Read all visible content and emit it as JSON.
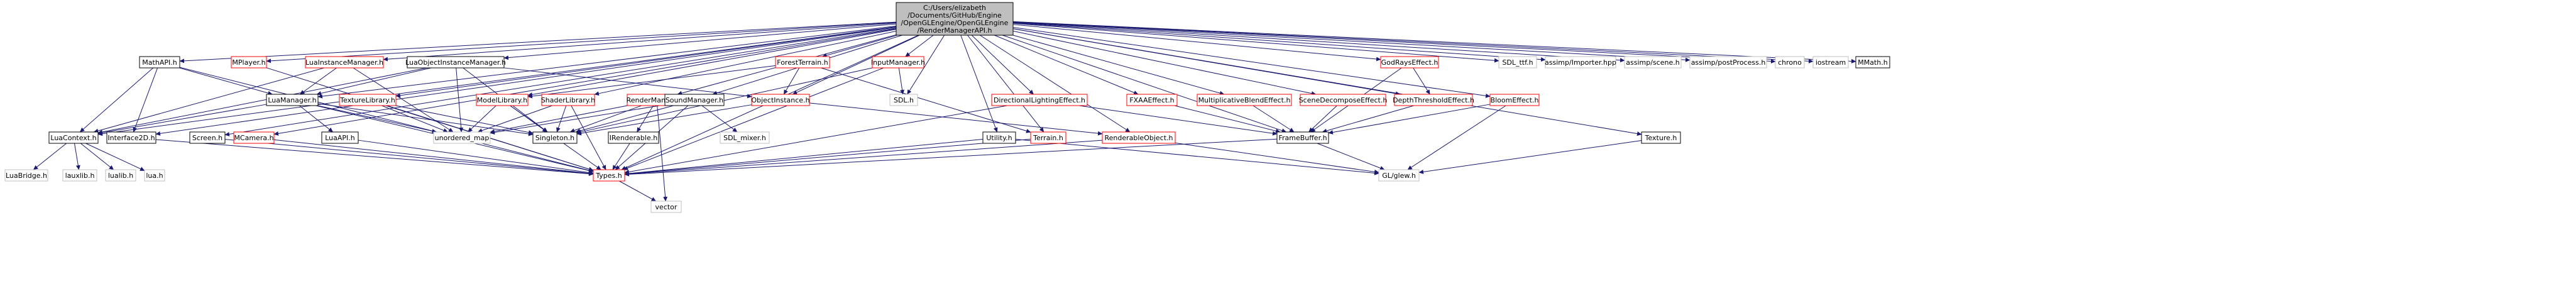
{
  "diagram": {
    "colors": {
      "edge": "#191970",
      "root_fill": "#bfbfbf",
      "documented_border": "#000000",
      "undocumented_border": "#ff0000",
      "external_border": "#bfbfbf",
      "node_fill": "#ffffff"
    },
    "nodes": [
      {
        "id": "root",
        "label": "C:/Users/elizabeth\n/Documents/GitHub/Engine\n/OpenGLEngine/OpenGLEngine\n/RenderManagerAPI.h",
        "kind": "root"
      },
      {
        "id": "mathapi",
        "label": "MathAPI.h",
        "kind": "doc"
      },
      {
        "id": "mplayer",
        "label": "MPlayer.h",
        "kind": "red"
      },
      {
        "id": "luainstmgr",
        "label": "LuaInstanceManager.h",
        "kind": "red"
      },
      {
        "id": "luaobjinstmgr",
        "label": "LuaObjectInstanceManager.h",
        "kind": "doc"
      },
      {
        "id": "forestterrain",
        "label": "ForestTerrain.h",
        "kind": "red"
      },
      {
        "id": "inputmgr",
        "label": "InputManager.h",
        "kind": "red"
      },
      {
        "id": "godrays",
        "label": "GodRaysEffect.h",
        "kind": "red"
      },
      {
        "id": "sdlttf",
        "label": "SDL_ttf.h",
        "kind": "ext"
      },
      {
        "id": "assimpimporter",
        "label": "assimp/Importer.hpp",
        "kind": "ext"
      },
      {
        "id": "assimpscene",
        "label": "assimp/scene.h",
        "kind": "ext"
      },
      {
        "id": "assimppost",
        "label": "assimp/postProcess.h",
        "kind": "ext"
      },
      {
        "id": "chrono",
        "label": "chrono",
        "kind": "ext"
      },
      {
        "id": "iostream",
        "label": "iostream",
        "kind": "ext"
      },
      {
        "id": "mmath",
        "label": "MMath.h",
        "kind": "doc"
      },
      {
        "id": "screen",
        "label": "Screen.h",
        "kind": "doc"
      },
      {
        "id": "mcamera",
        "label": "MCamera.h",
        "kind": "red"
      },
      {
        "id": "luamanager",
        "label": "LuaManager.h",
        "kind": "doc"
      },
      {
        "id": "texturelib",
        "label": "TextureLibrary.h",
        "kind": "red"
      },
      {
        "id": "modellib",
        "label": "ModelLibrary.h",
        "kind": "red"
      },
      {
        "id": "shaderlib",
        "label": "ShaderLibrary.h",
        "kind": "red"
      },
      {
        "id": "rendermgr",
        "label": "RenderManager.h",
        "kind": "red"
      },
      {
        "id": "soundmgr",
        "label": "SoundManager.h",
        "kind": "doc"
      },
      {
        "id": "objinstance",
        "label": "ObjectInstance.h",
        "kind": "red"
      },
      {
        "id": "sdl",
        "label": "SDL.h",
        "kind": "ext"
      },
      {
        "id": "dirlight",
        "label": "DirectionalLightingEffect.h",
        "kind": "red"
      },
      {
        "id": "fxaa",
        "label": "FXAAEffect.h",
        "kind": "red"
      },
      {
        "id": "multblend",
        "label": "MultiplicativeBlendEffect.h",
        "kind": "red"
      },
      {
        "id": "scenedecomp",
        "label": "SceneDecomposeEffect.h",
        "kind": "red"
      },
      {
        "id": "depththresh",
        "label": "DepthThresholdEffect.h",
        "kind": "red"
      },
      {
        "id": "bloom",
        "label": "BloomEffect.h",
        "kind": "red"
      },
      {
        "id": "texture",
        "label": "Texture.h",
        "kind": "doc"
      },
      {
        "id": "luacontext",
        "label": "LuaContext.h",
        "kind": "doc"
      },
      {
        "id": "interface2d",
        "label": "Interface2D.h",
        "kind": "doc"
      },
      {
        "id": "luaapi",
        "label": "LuaAPI.h",
        "kind": "doc"
      },
      {
        "id": "unorderedmap",
        "label": "unordered_map",
        "kind": "ext"
      },
      {
        "id": "singleton",
        "label": "Singleton.h",
        "kind": "doc"
      },
      {
        "id": "irenderable",
        "label": "IRenderable.h",
        "kind": "doc"
      },
      {
        "id": "sdlmixer",
        "label": "SDL_mixer.h",
        "kind": "ext"
      },
      {
        "id": "utility",
        "label": "Utility.h",
        "kind": "doc"
      },
      {
        "id": "terrain",
        "label": "Terrain.h",
        "kind": "red"
      },
      {
        "id": "renderableobj",
        "label": "RenderableObject.h",
        "kind": "red"
      },
      {
        "id": "framebuffer",
        "label": "FrameBuffer.h",
        "kind": "doc"
      },
      {
        "id": "luabridge",
        "label": "LuaBridge.h",
        "kind": "ext"
      },
      {
        "id": "lauxlib",
        "label": "lauxlib.h",
        "kind": "ext"
      },
      {
        "id": "lualib",
        "label": "lualib.h",
        "kind": "ext"
      },
      {
        "id": "lua",
        "label": "lua.h",
        "kind": "ext"
      },
      {
        "id": "types",
        "label": "Types.h",
        "kind": "red"
      },
      {
        "id": "glew",
        "label": "GL/glew.h",
        "kind": "ext"
      },
      {
        "id": "vector",
        "label": "vector",
        "kind": "ext"
      }
    ],
    "edges": [
      [
        "root",
        "mathapi"
      ],
      [
        "root",
        "mplayer"
      ],
      [
        "root",
        "luainstmgr"
      ],
      [
        "root",
        "luaobjinstmgr"
      ],
      [
        "root",
        "forestterrain"
      ],
      [
        "root",
        "inputmgr"
      ],
      [
        "root",
        "godrays"
      ],
      [
        "root",
        "sdlttf"
      ],
      [
        "root",
        "assimpimporter"
      ],
      [
        "root",
        "assimpscene"
      ],
      [
        "root",
        "assimppost"
      ],
      [
        "root",
        "chrono"
      ],
      [
        "root",
        "iostream"
      ],
      [
        "root",
        "mmath"
      ],
      [
        "root",
        "screen"
      ],
      [
        "root",
        "mcamera"
      ],
      [
        "root",
        "luamanager"
      ],
      [
        "root",
        "texturelib"
      ],
      [
        "root",
        "modellib"
      ],
      [
        "root",
        "shaderlib"
      ],
      [
        "root",
        "rendermgr"
      ],
      [
        "root",
        "soundmgr"
      ],
      [
        "root",
        "objinstance"
      ],
      [
        "root",
        "sdl"
      ],
      [
        "root",
        "dirlight"
      ],
      [
        "root",
        "fxaa"
      ],
      [
        "root",
        "multblend"
      ],
      [
        "root",
        "scenedecomp"
      ],
      [
        "root",
        "depththresh"
      ],
      [
        "root",
        "bloom"
      ],
      [
        "root",
        "texture"
      ],
      [
        "root",
        "interface2d"
      ],
      [
        "root",
        "utility"
      ],
      [
        "root",
        "terrain"
      ],
      [
        "root",
        "renderableobj"
      ],
      [
        "root",
        "framebuffer"
      ],
      [
        "root",
        "types"
      ],
      [
        "root",
        "luacontext"
      ],
      [
        "mathapi",
        "luacontext"
      ],
      [
        "mathapi",
        "interface2d"
      ],
      [
        "mathapi",
        "types"
      ],
      [
        "mathapi",
        "luamanager"
      ],
      [
        "mplayer",
        "types"
      ],
      [
        "luainstmgr",
        "luamanager"
      ],
      [
        "luainstmgr",
        "unorderedmap"
      ],
      [
        "luainstmgr",
        "luacontext"
      ],
      [
        "luaobjinstmgr",
        "luamanager"
      ],
      [
        "luaobjinstmgr",
        "unorderedmap"
      ],
      [
        "luaobjinstmgr",
        "singleton"
      ],
      [
        "luaobjinstmgr",
        "objinstance"
      ],
      [
        "luaobjinstmgr",
        "luacontext"
      ],
      [
        "forestterrain",
        "objinstance"
      ],
      [
        "forestterrain",
        "terrain"
      ],
      [
        "forestterrain",
        "modellib"
      ],
      [
        "inputmgr",
        "sdl"
      ],
      [
        "inputmgr",
        "types"
      ],
      [
        "inputmgr",
        "singleton"
      ],
      [
        "godrays",
        "depththresh"
      ],
      [
        "godrays",
        "framebuffer"
      ],
      [
        "screen",
        "types"
      ],
      [
        "mcamera",
        "types"
      ],
      [
        "luamanager",
        "luacontext"
      ],
      [
        "luamanager",
        "luaapi"
      ],
      [
        "luamanager",
        "unorderedmap"
      ],
      [
        "luamanager",
        "singleton"
      ],
      [
        "luamanager",
        "types"
      ],
      [
        "texturelib",
        "unorderedmap"
      ],
      [
        "texturelib",
        "singleton"
      ],
      [
        "texturelib",
        "types"
      ],
      [
        "modellib",
        "unorderedmap"
      ],
      [
        "modellib",
        "singleton"
      ],
      [
        "modellib",
        "types"
      ],
      [
        "shaderlib",
        "unorderedmap"
      ],
      [
        "shaderlib",
        "singleton"
      ],
      [
        "shaderlib",
        "types"
      ],
      [
        "rendermgr",
        "irenderable"
      ],
      [
        "rendermgr",
        "unorderedmap"
      ],
      [
        "rendermgr",
        "singleton"
      ],
      [
        "rendermgr",
        "vector"
      ],
      [
        "soundmgr",
        "sdlmixer"
      ],
      [
        "soundmgr",
        "unorderedmap"
      ],
      [
        "soundmgr",
        "singleton"
      ],
      [
        "soundmgr",
        "types"
      ],
      [
        "objinstance",
        "renderableobj"
      ],
      [
        "objinstance",
        "singleton"
      ],
      [
        "dirlight",
        "framebuffer"
      ],
      [
        "dirlight",
        "types"
      ],
      [
        "fxaa",
        "framebuffer"
      ],
      [
        "multblend",
        "framebuffer"
      ],
      [
        "scenedecomp",
        "framebuffer"
      ],
      [
        "depththresh",
        "framebuffer"
      ],
      [
        "bloom",
        "framebuffer"
      ],
      [
        "bloom",
        "glew"
      ],
      [
        "texture",
        "glew"
      ],
      [
        "luacontext",
        "luabridge"
      ],
      [
        "luacontext",
        "lauxlib"
      ],
      [
        "luacontext",
        "lualib"
      ],
      [
        "luacontext",
        "lua"
      ],
      [
        "interface2d",
        "types"
      ],
      [
        "luaapi",
        "types"
      ],
      [
        "irenderable",
        "types"
      ],
      [
        "utility",
        "types"
      ],
      [
        "utility",
        "glew"
      ],
      [
        "terrain",
        "types"
      ],
      [
        "renderableobj",
        "types"
      ],
      [
        "renderableobj",
        "glew"
      ],
      [
        "framebuffer",
        "glew"
      ],
      [
        "framebuffer",
        "types"
      ],
      [
        "types",
        "vector"
      ]
    ]
  }
}
